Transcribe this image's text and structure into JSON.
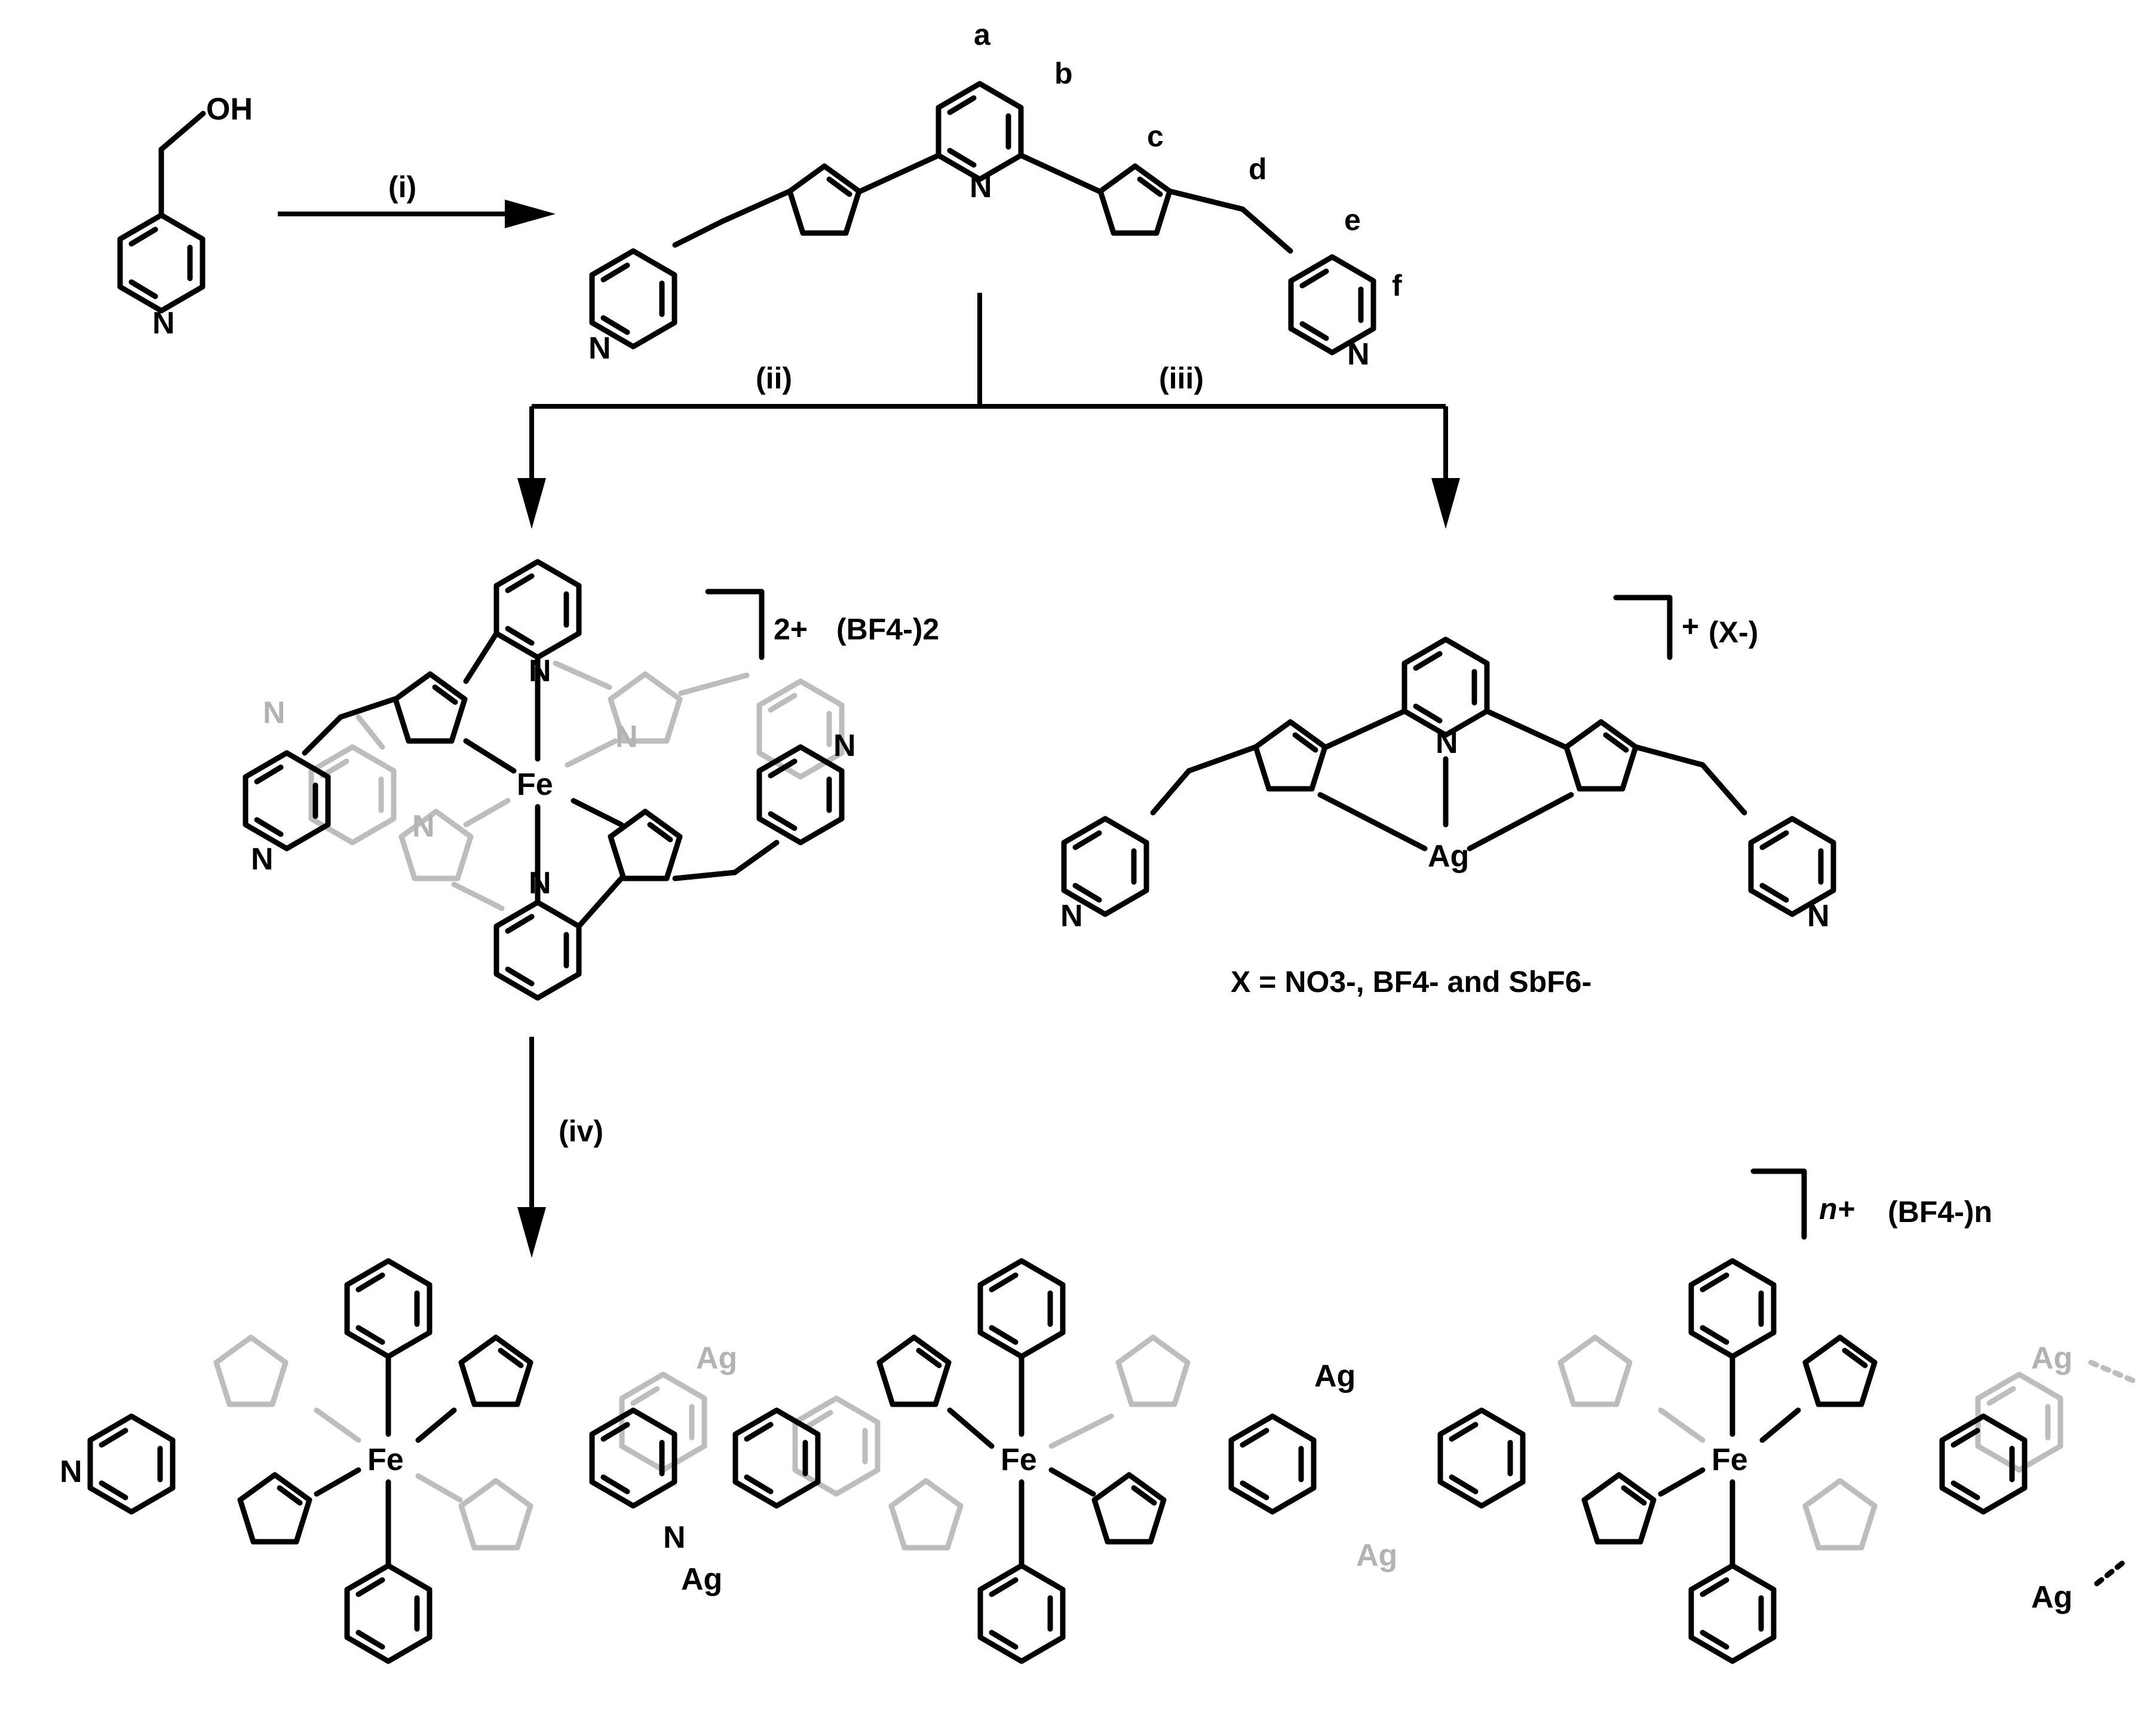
{
  "steps": {
    "i": "(i)",
    "ii": "(ii)",
    "iii": "(iii)",
    "iv": "(iv)"
  },
  "start_material": {
    "oh": "OH",
    "n": "N"
  },
  "ligand": {
    "labels": {
      "a": "a",
      "b": "b",
      "c": "c",
      "d": "d",
      "e": "e",
      "f": "f"
    },
    "atoms": {
      "n": "N"
    }
  },
  "fe_complex": {
    "charge": "2+",
    "counterion": "(BF4-)2",
    "metal": "Fe"
  },
  "ag_complex": {
    "charge": "+",
    "counterion": "(X-)",
    "metal": "Ag",
    "x_definition": "X = NO3-, BF4- and SbF6-"
  },
  "polymer": {
    "charge": "n+",
    "counterion": "(BF4-)n",
    "metal_fe": "Fe",
    "metal_ag": "Ag"
  },
  "colors": {
    "ink": "#000000",
    "grey": "#b3b3b3"
  }
}
